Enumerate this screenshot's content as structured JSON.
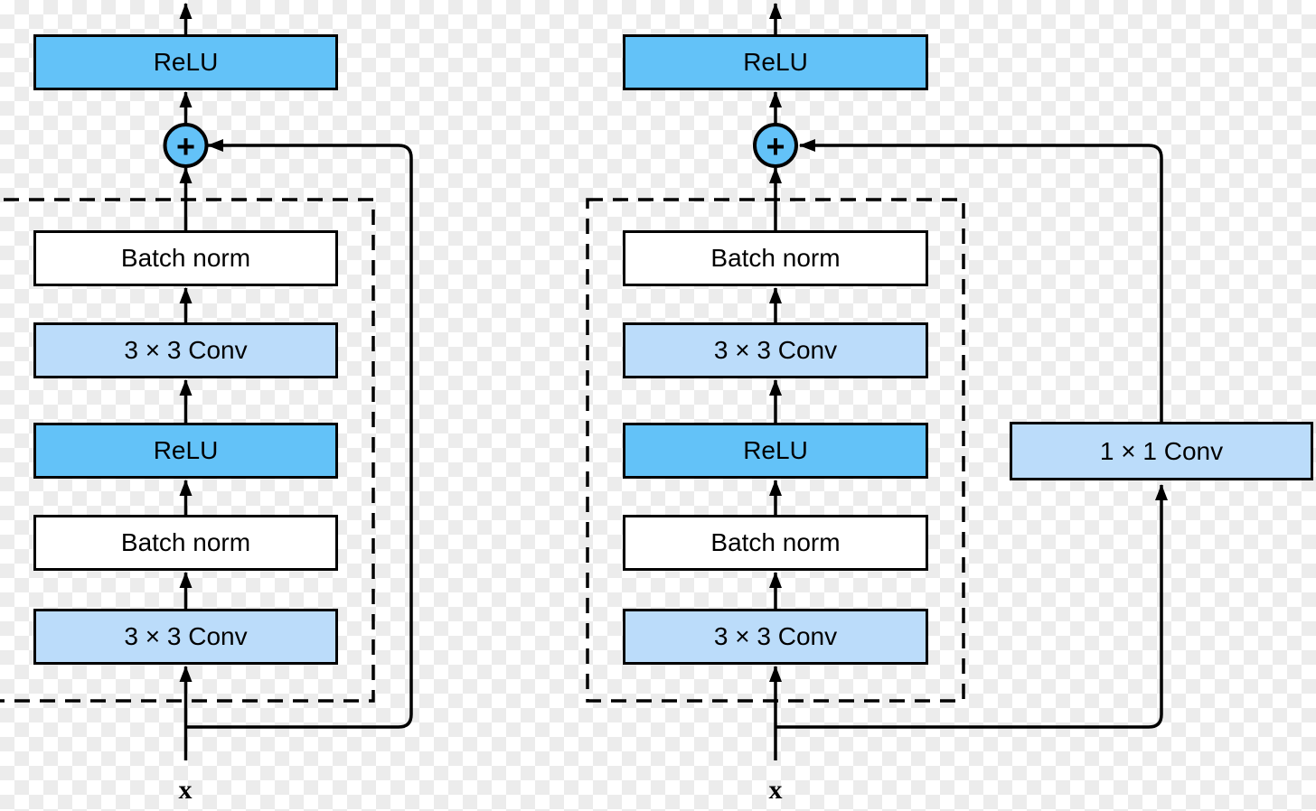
{
  "palette": {
    "medium_blue": "#63C2F8",
    "light_blue": "#BBDCFA",
    "line": "#000000",
    "checker_light": "#ffffff",
    "checker_dark": "#ececec"
  },
  "left_block": {
    "output_activation": "ReLU",
    "adder_symbol": "+",
    "layers": [
      "Batch norm",
      "3 × 3 Conv",
      "ReLU",
      "Batch norm",
      "3 × 3 Conv"
    ],
    "input_label": "x"
  },
  "right_block": {
    "output_activation": "ReLU",
    "adder_symbol": "+",
    "layers": [
      "Batch norm",
      "3 × 3 Conv",
      "ReLU",
      "Batch norm",
      "3 × 3 Conv"
    ],
    "skip_layer": "1 × 1 Conv",
    "input_label": "x"
  }
}
